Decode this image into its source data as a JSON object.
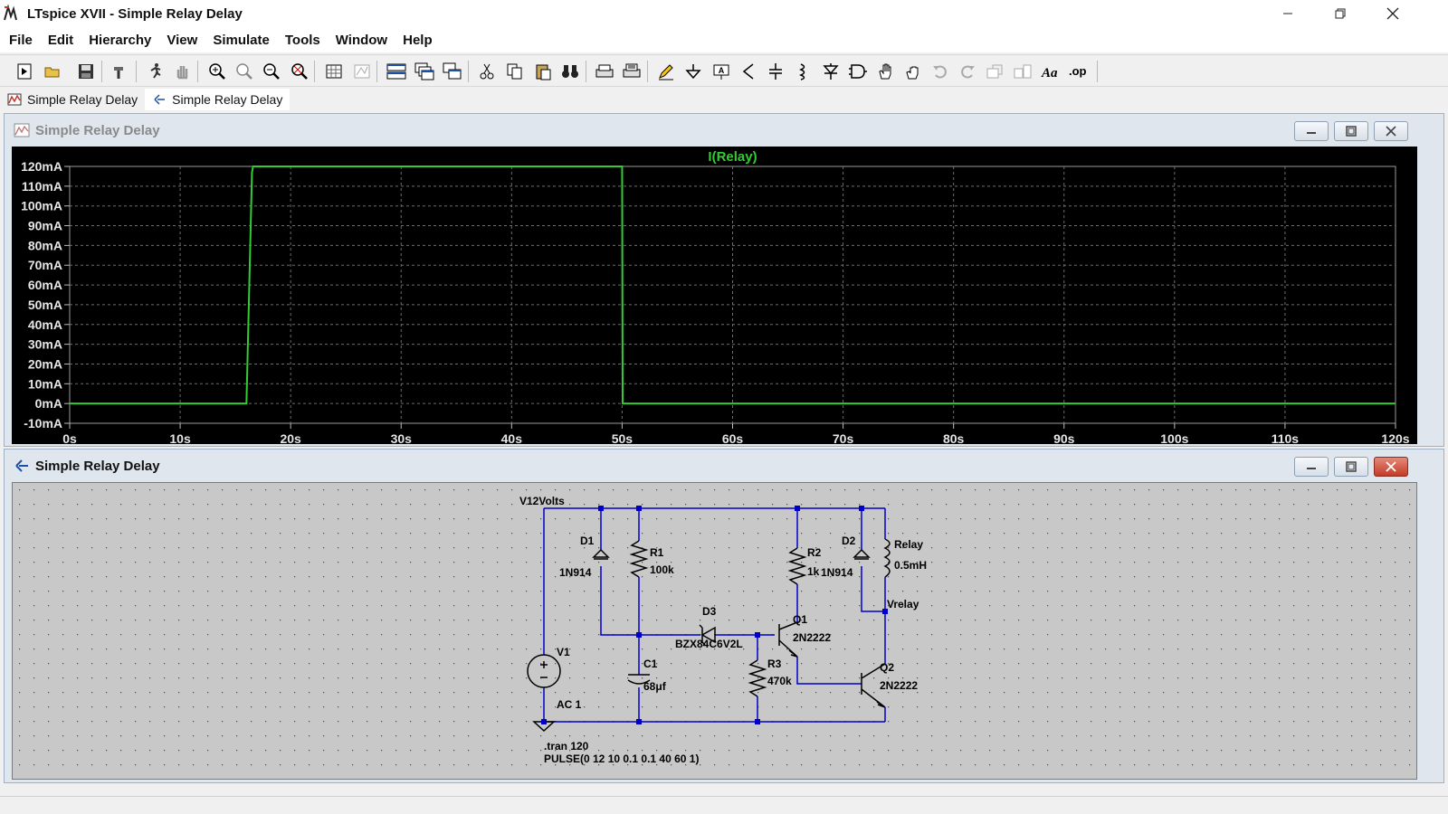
{
  "window": {
    "title": "LTspice XVII - Simple Relay Delay"
  },
  "menu": [
    "File",
    "Edit",
    "Hierarchy",
    "View",
    "Simulate",
    "Tools",
    "Window",
    "Help"
  ],
  "tabs": [
    {
      "label": "Simple Relay Delay",
      "icon": "waveform-tab-icon",
      "active": false
    },
    {
      "label": "Simple Relay Delay",
      "icon": "schematic-tab-icon",
      "active": true
    }
  ],
  "plot_window": {
    "title": "Simple Relay Delay"
  },
  "schematic_window": {
    "title": "Simple Relay Delay"
  },
  "chart_data": {
    "type": "line",
    "title": "I(Relay)",
    "xlabel": "",
    "ylabel": "",
    "xlim": [
      0,
      120
    ],
    "ylim": [
      -10,
      120
    ],
    "x_ticks": [
      "0s",
      "10s",
      "20s",
      "30s",
      "40s",
      "50s",
      "60s",
      "70s",
      "80s",
      "90s",
      "100s",
      "110s",
      "120s"
    ],
    "y_ticks": [
      "120mA",
      "110mA",
      "100mA",
      "90mA",
      "80mA",
      "70mA",
      "60mA",
      "50mA",
      "40mA",
      "30mA",
      "20mA",
      "10mA",
      "0mA",
      "-10mA"
    ],
    "grid": true,
    "series": [
      {
        "name": "I(Relay)",
        "color": "#33cc33",
        "x": [
          0,
          16,
          16.5,
          16.6,
          50,
          50.05,
          120
        ],
        "y": [
          0,
          0,
          117,
          120,
          120,
          0,
          0
        ]
      }
    ]
  },
  "schematic": {
    "labels": {
      "v12": "V12Volts",
      "d1": "D1",
      "d1_model": "1N914",
      "r1": "R1",
      "r1_value": "100k",
      "d3": "D3",
      "d3_model": "BZX84C6V2L",
      "c1": "C1",
      "c1_value": "68μf",
      "v1": "V1",
      "v1_ac": "AC 1",
      "r2": "R2",
      "r2_value": "1k",
      "d2": "D2",
      "d2_model": "1N914",
      "relay": "Relay",
      "relay_value": "0.5mH",
      "vrelay": "Vrelay",
      "q1": "Q1",
      "q1_model": "2N2222",
      "r3": "R3",
      "r3_value": "470k",
      "q2": "Q2",
      "q2_model": "2N2222",
      "tran": ".tran 120",
      "pulse": "PULSE(0 12 10 0.1 0.1 40 60 1)"
    }
  }
}
